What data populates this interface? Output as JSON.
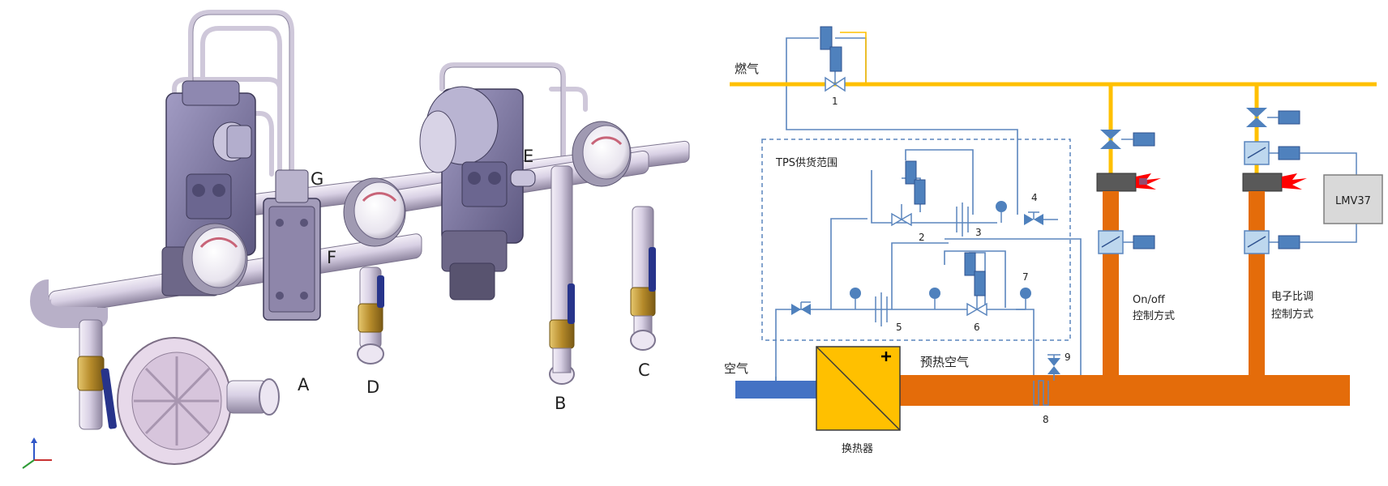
{
  "left_figure": {
    "labels": {
      "A": "A",
      "B": "B",
      "C": "C",
      "D": "D",
      "E": "E",
      "F": "F",
      "G": "G"
    }
  },
  "right_figure": {
    "gas_line_label": "燃气",
    "air_line_label": "空气",
    "preheated_air_label": "预热空气",
    "tps_scope_label": "TPS供货范围",
    "heat_exchanger_label": "换热器",
    "onoff_label_line1": "On/off",
    "onoff_label_line2": "控制方式",
    "electronic_label_line1": "电子比调",
    "electronic_label_line2": "控制方式",
    "controller_label": "LMV37",
    "component_numbers": [
      "1",
      "2",
      "3",
      "4",
      "5",
      "6",
      "7",
      "8",
      "9"
    ],
    "colors": {
      "gas_line": "#FFC000",
      "air_supply": "#4472C4",
      "preheated_air": "#E46C0A",
      "heat_exchanger": "#FFC000",
      "control_line": "#5B86BE",
      "damper_fill": "#BDD7EE",
      "flame": "#FF0000"
    }
  }
}
